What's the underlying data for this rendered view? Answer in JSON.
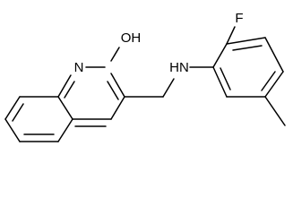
{
  "molecule": {
    "labels": {
      "hydroxyl": "OH",
      "ring_nitrogen": "N",
      "amine": "HN",
      "fluorine": "F"
    }
  }
}
